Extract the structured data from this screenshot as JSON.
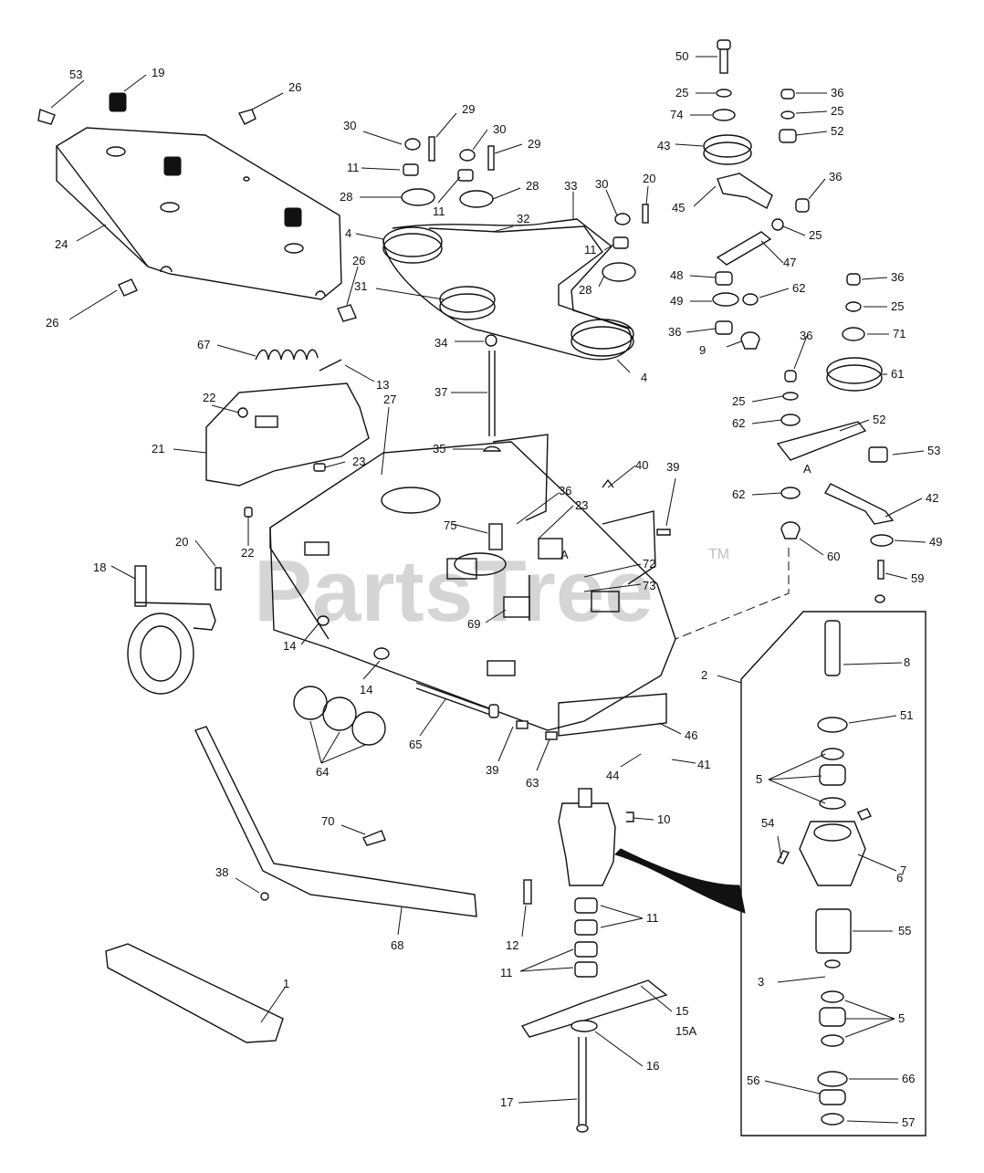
{
  "watermark": {
    "brand": "PartsTree",
    "trademark": "TM"
  },
  "colors": {
    "ink": "#111111",
    "watermark": "#bdbdbd",
    "background": "#ffffff"
  },
  "callouts": [
    {
      "id": "c53",
      "label": "53"
    },
    {
      "id": "c19",
      "label": "19"
    },
    {
      "id": "c26a",
      "label": "26"
    },
    {
      "id": "c24",
      "label": "24"
    },
    {
      "id": "c26b",
      "label": "26"
    },
    {
      "id": "c26c",
      "label": "26"
    },
    {
      "id": "c30a",
      "label": "30"
    },
    {
      "id": "c29a",
      "label": "29"
    },
    {
      "id": "c30b",
      "label": "30"
    },
    {
      "id": "c29b",
      "label": "29"
    },
    {
      "id": "c11a",
      "label": "11"
    },
    {
      "id": "c28a",
      "label": "28"
    },
    {
      "id": "c11b",
      "label": "11"
    },
    {
      "id": "c28b",
      "label": "28"
    },
    {
      "id": "c33",
      "label": "33"
    },
    {
      "id": "c30c",
      "label": "30"
    },
    {
      "id": "c20a",
      "label": "20"
    },
    {
      "id": "c4a",
      "label": "4"
    },
    {
      "id": "c32",
      "label": "32"
    },
    {
      "id": "c11c",
      "label": "11"
    },
    {
      "id": "c28c",
      "label": "28"
    },
    {
      "id": "c31",
      "label": "31"
    },
    {
      "id": "c34",
      "label": "34"
    },
    {
      "id": "c4b",
      "label": "4"
    },
    {
      "id": "c67",
      "label": "67"
    },
    {
      "id": "c13",
      "label": "13"
    },
    {
      "id": "c37",
      "label": "37"
    },
    {
      "id": "c22a",
      "label": "22"
    },
    {
      "id": "c21",
      "label": "21"
    },
    {
      "id": "c27",
      "label": "27"
    },
    {
      "id": "c23a",
      "label": "23"
    },
    {
      "id": "c35",
      "label": "35"
    },
    {
      "id": "c22b",
      "label": "22"
    },
    {
      "id": "c20b",
      "label": "20"
    },
    {
      "id": "c18",
      "label": "18"
    },
    {
      "id": "c36a",
      "label": "36"
    },
    {
      "id": "c23b",
      "label": "23"
    },
    {
      "id": "c40",
      "label": "40"
    },
    {
      "id": "c39a",
      "label": "39"
    },
    {
      "id": "c75",
      "label": "75"
    },
    {
      "id": "cA1",
      "label": "A"
    },
    {
      "id": "c72",
      "label": "72"
    },
    {
      "id": "c73",
      "label": "73"
    },
    {
      "id": "c69",
      "label": "69"
    },
    {
      "id": "c14a",
      "label": "14"
    },
    {
      "id": "c14b",
      "label": "14"
    },
    {
      "id": "c64",
      "label": "64"
    },
    {
      "id": "c65",
      "label": "65"
    },
    {
      "id": "c39b",
      "label": "39"
    },
    {
      "id": "c63",
      "label": "63"
    },
    {
      "id": "c46",
      "label": "46"
    },
    {
      "id": "c44",
      "label": "44"
    },
    {
      "id": "c41",
      "label": "41"
    },
    {
      "id": "c50",
      "label": "50"
    },
    {
      "id": "c25a",
      "label": "25"
    },
    {
      "id": "c74",
      "label": "74"
    },
    {
      "id": "c43",
      "label": "43"
    },
    {
      "id": "c45",
      "label": "45"
    },
    {
      "id": "c36b",
      "label": "36"
    },
    {
      "id": "c25b",
      "label": "25"
    },
    {
      "id": "c52a",
      "label": "52"
    },
    {
      "id": "c36c",
      "label": "36"
    },
    {
      "id": "c25c",
      "label": "25"
    },
    {
      "id": "c47",
      "label": "47"
    },
    {
      "id": "c48",
      "label": "48"
    },
    {
      "id": "c49a",
      "label": "49"
    },
    {
      "id": "c62a",
      "label": "62"
    },
    {
      "id": "c36d",
      "label": "36"
    },
    {
      "id": "c9",
      "label": "9"
    },
    {
      "id": "c36e",
      "label": "36"
    },
    {
      "id": "c25d",
      "label": "25"
    },
    {
      "id": "c71",
      "label": "71"
    },
    {
      "id": "c36f",
      "label": "36"
    },
    {
      "id": "c25e",
      "label": "25"
    },
    {
      "id": "c61",
      "label": "61"
    },
    {
      "id": "c62b",
      "label": "62"
    },
    {
      "id": "c52b",
      "label": "52"
    },
    {
      "id": "cA2",
      "label": "A"
    },
    {
      "id": "c53b",
      "label": "53"
    },
    {
      "id": "c62c",
      "label": "62"
    },
    {
      "id": "c42",
      "label": "42"
    },
    {
      "id": "c49b",
      "label": "49"
    },
    {
      "id": "c60",
      "label": "60"
    },
    {
      "id": "c59",
      "label": "59"
    },
    {
      "id": "c2",
      "label": "2"
    },
    {
      "id": "c8",
      "label": "8"
    },
    {
      "id": "c51",
      "label": "51"
    },
    {
      "id": "c5a",
      "label": "5"
    },
    {
      "id": "c7",
      "label": "7"
    },
    {
      "id": "c54",
      "label": "54"
    },
    {
      "id": "c6",
      "label": "6"
    },
    {
      "id": "c55",
      "label": "55"
    },
    {
      "id": "c3",
      "label": "3"
    },
    {
      "id": "c5b",
      "label": "5"
    },
    {
      "id": "c56",
      "label": "56"
    },
    {
      "id": "c66",
      "label": "66"
    },
    {
      "id": "c57",
      "label": "57"
    },
    {
      "id": "c10",
      "label": "10"
    },
    {
      "id": "c12",
      "label": "12"
    },
    {
      "id": "c11d",
      "label": "11"
    },
    {
      "id": "c11e",
      "label": "11"
    },
    {
      "id": "c15",
      "label": "15"
    },
    {
      "id": "c15A",
      "label": "15A"
    },
    {
      "id": "c16",
      "label": "16"
    },
    {
      "id": "c17",
      "label": "17"
    },
    {
      "id": "c70",
      "label": "70"
    },
    {
      "id": "c38",
      "label": "38"
    },
    {
      "id": "c68",
      "label": "68"
    },
    {
      "id": "c1",
      "label": "1"
    }
  ]
}
